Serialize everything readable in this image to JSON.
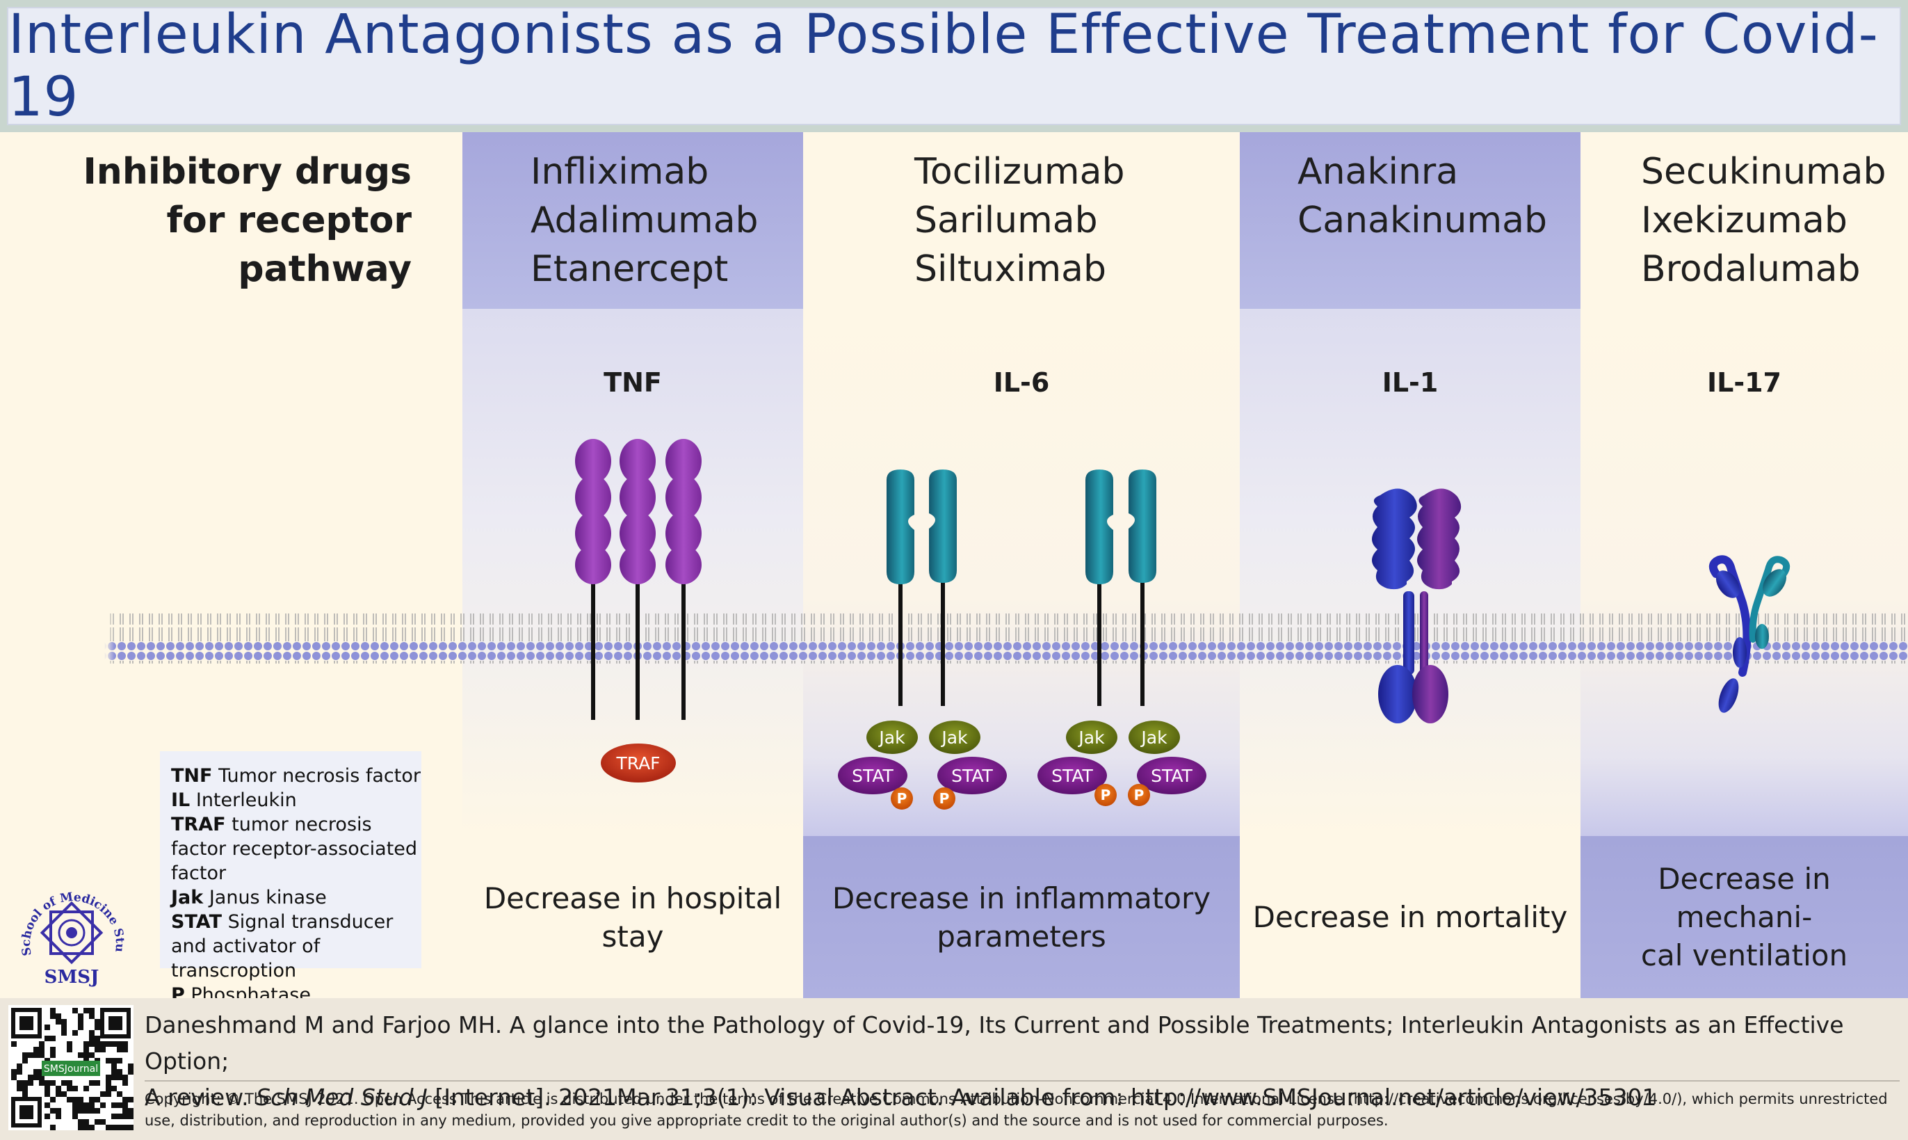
{
  "title": "Interleukin Antagonists as a Possible Effective Treatment for Covid-19",
  "row_label": [
    "Inhibitory drugs",
    "for receptor",
    "pathway"
  ],
  "columns": [
    {
      "drugs": [
        "Infliximab",
        "Adalimumab",
        "Etanercept"
      ],
      "cytokine": "TNF",
      "outcome": [
        "Decrease in hospital",
        "stay"
      ]
    },
    {
      "drugs": [
        "Tocilizumab",
        "Sarilumab",
        "Siltuximab"
      ],
      "cytokine": "IL-6",
      "outcome": [
        "Decrease in inflammatory",
        "parameters"
      ]
    },
    {
      "drugs": [
        "Anakinra",
        "Canakinumab"
      ],
      "cytokine": "IL-1",
      "outcome": [
        "Decrease in mortality"
      ]
    },
    {
      "drugs": [
        "Secukinumab",
        "Ixekizumab",
        "Brodalumab"
      ],
      "cytokine": "IL-17",
      "outcome": [
        "Decrease in mechani-",
        "cal ventilation"
      ]
    }
  ],
  "signal_labels": {
    "traf": "TRAF",
    "jak": "Jak",
    "stat": "STAT",
    "p": "P"
  },
  "legend": [
    {
      "abbr": "TNF",
      "text": "Tumor necrosis factor"
    },
    {
      "abbr": "IL",
      "text": "Interleukin"
    },
    {
      "abbr": "TRAF",
      "text": "tumor necrosis factor receptor-associated factor"
    },
    {
      "abbr": "Jak",
      "text": "Janus kinase"
    },
    {
      "abbr": "STAT",
      "text": "Signal transducer and activator of transcroption"
    },
    {
      "abbr": "P",
      "text": "Phosphatase"
    }
  ],
  "logo": {
    "ring_text": "School of Medicine Students' Journal",
    "initials": "SMSJ"
  },
  "qr_label": "SMSJournal",
  "citation": {
    "line1": "Daneshmand M and Farjoo MH. A glance into the Pathology of Covid-19, Its Current and Possible Treatments; Interleukin Antagonists as an Effective Option;",
    "line2_pre": "A review. ",
    "journal": "Sch Med Stud J",
    "line2_post": " [Internet]. 2021Mar.31;3(1): Visual Abstract. Available from: http://www.SMSJournal.net/article/view/35301"
  },
  "copyright": "Copyright: © The SMSJ 2021. Open Access This article is distributed under the terms of the Creative Commons Attribution-Noncommercial 4.0 International License (http://creativecommons.org/licenses/by/4.0/), which permits unrestricted use, distribution, and reproduction in any medium, provided you give appropriate credit to the original author(s) and the source and is not used for commercial purposes.",
  "colors": {
    "title": "#1f3d8c",
    "header_blue": "#a6a7dc",
    "cream": "#fef7e6",
    "tnf_purple": "#8a3aa8",
    "il6_teal": "#1d8a9e",
    "traf_red": "#c8321c",
    "jak_olive": "#6b7a14",
    "stat_purple": "#7a1d8a",
    "p_orange": "#e0600a",
    "membrane": "#8e92d8"
  }
}
